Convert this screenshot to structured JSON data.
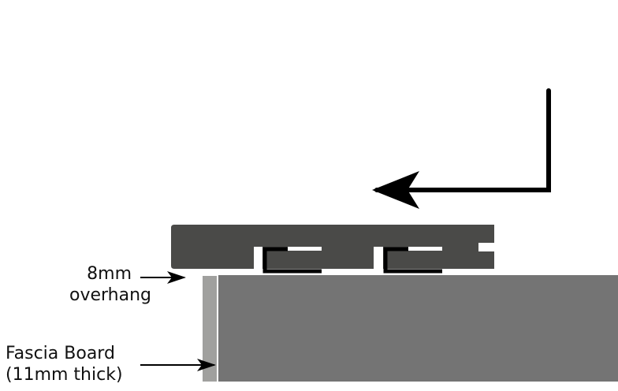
{
  "labels": {
    "overhang_line1": "8mm",
    "overhang_line2": "overhang",
    "fascia_line1": "Fascia Board",
    "fascia_line2": "(11mm thick)"
  },
  "colors": {
    "decking_board": "#4a4a48",
    "fascia_board": "#a0a09e",
    "joist": "#747474",
    "clip": "#000000",
    "arrow": "#000000"
  }
}
